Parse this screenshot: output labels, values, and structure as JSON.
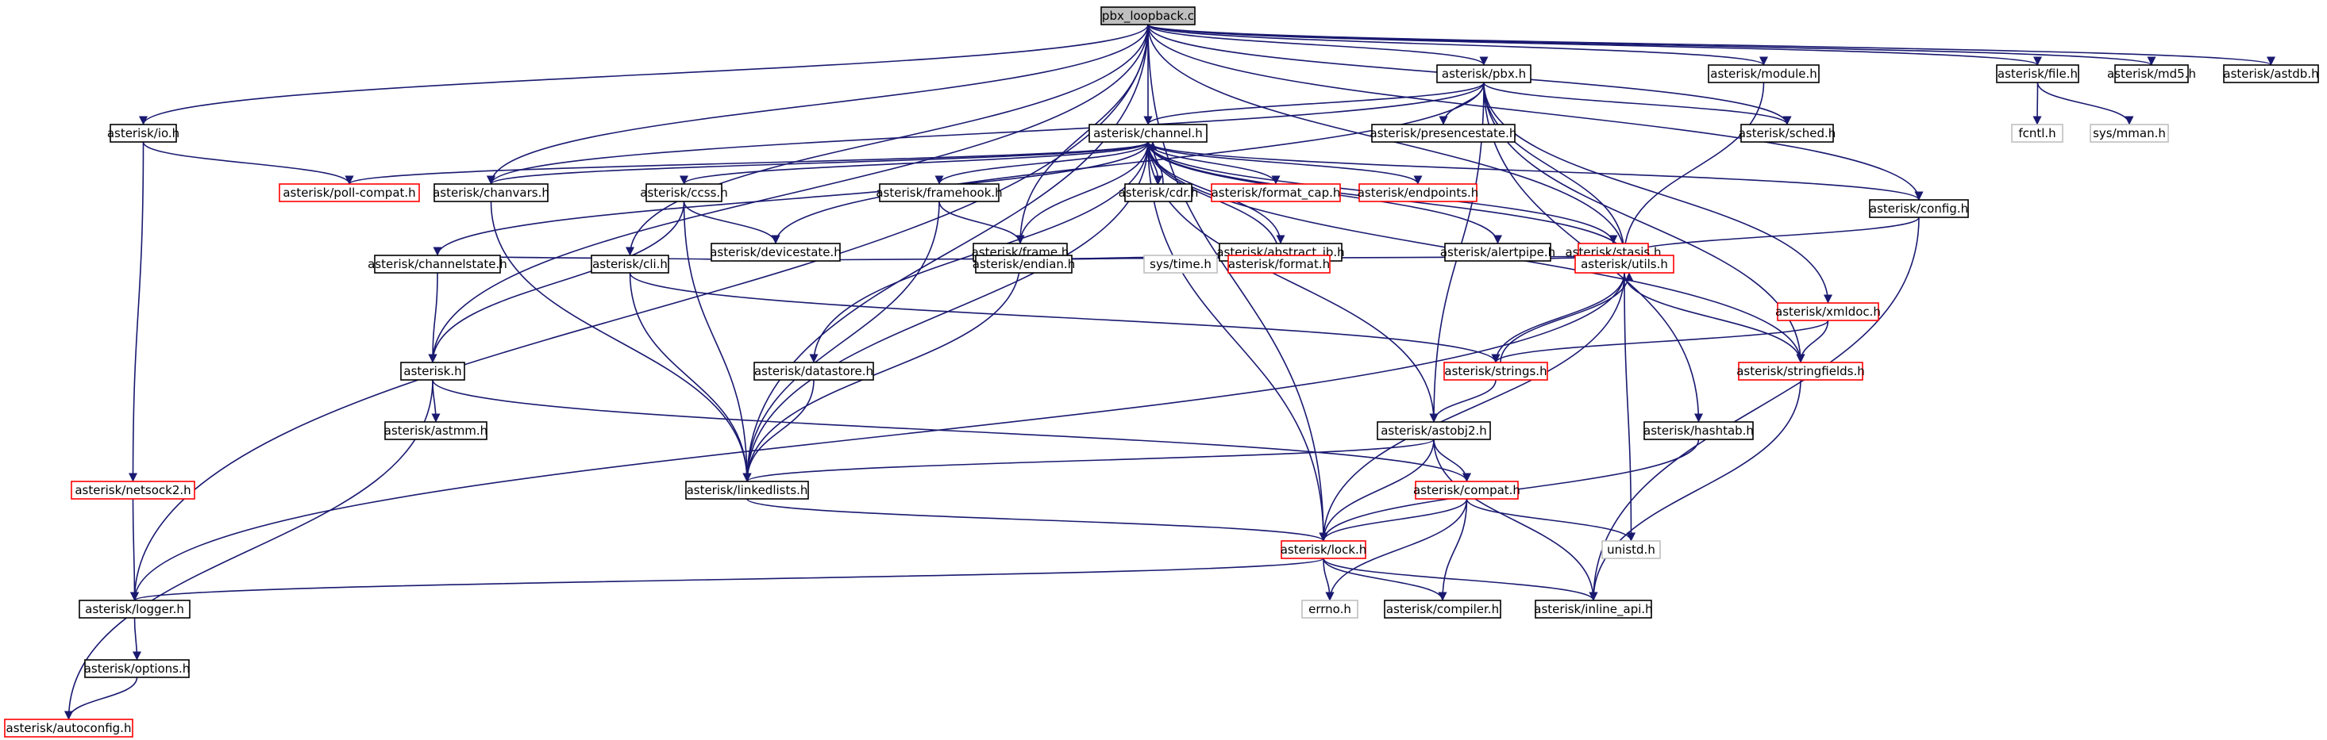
{
  "diagram": {
    "colors": {
      "edge": "#191970",
      "border_documented": "#000000",
      "border_incomplete": "#ff0000",
      "border_missing": "#bfbfbf",
      "root_fill": "#bfbfbf"
    },
    "nodes": [
      {
        "id": "pbx_loopback",
        "label": "pbx_loopback.c",
        "kind": "root"
      },
      {
        "id": "pbx",
        "label": "asterisk/pbx.h",
        "kind": "doc"
      },
      {
        "id": "module",
        "label": "asterisk/module.h",
        "kind": "doc"
      },
      {
        "id": "file",
        "label": "asterisk/file.h",
        "kind": "doc"
      },
      {
        "id": "md5",
        "label": "asterisk/md5.h",
        "kind": "doc"
      },
      {
        "id": "astdb",
        "label": "asterisk/astdb.h",
        "kind": "doc"
      },
      {
        "id": "io",
        "label": "asterisk/io.h",
        "kind": "doc"
      },
      {
        "id": "channel",
        "label": "asterisk/channel.h",
        "kind": "doc"
      },
      {
        "id": "presencestate",
        "label": "asterisk/presencestate.h",
        "kind": "doc"
      },
      {
        "id": "sched",
        "label": "asterisk/sched.h",
        "kind": "doc"
      },
      {
        "id": "fcntl",
        "label": "fcntl.h",
        "kind": "missing"
      },
      {
        "id": "sysmman",
        "label": "sys/mman.h",
        "kind": "missing"
      },
      {
        "id": "pollcompat",
        "label": "asterisk/poll-compat.h",
        "kind": "incomplete"
      },
      {
        "id": "chanvars",
        "label": "asterisk/chanvars.h",
        "kind": "doc"
      },
      {
        "id": "ccss",
        "label": "asterisk/ccss.h",
        "kind": "doc"
      },
      {
        "id": "framehook",
        "label": "asterisk/framehook.h",
        "kind": "doc"
      },
      {
        "id": "cdr",
        "label": "asterisk/cdr.h",
        "kind": "doc"
      },
      {
        "id": "formatcap",
        "label": "asterisk/format_cap.h",
        "kind": "incomplete"
      },
      {
        "id": "endpoints",
        "label": "asterisk/endpoints.h",
        "kind": "incomplete"
      },
      {
        "id": "config",
        "label": "asterisk/config.h",
        "kind": "doc"
      },
      {
        "id": "devicestate",
        "label": "asterisk/devicestate.h",
        "kind": "doc"
      },
      {
        "id": "frame",
        "label": "asterisk/frame.h",
        "kind": "doc"
      },
      {
        "id": "abstractjb",
        "label": "asterisk/abstract_jb.h",
        "kind": "doc"
      },
      {
        "id": "alertpipe",
        "label": "asterisk/alertpipe.h",
        "kind": "doc"
      },
      {
        "id": "stasis",
        "label": "asterisk/stasis.h",
        "kind": "incomplete"
      },
      {
        "id": "channelstate",
        "label": "asterisk/channelstate.h",
        "kind": "doc"
      },
      {
        "id": "cli",
        "label": "asterisk/cli.h",
        "kind": "doc"
      },
      {
        "id": "endian",
        "label": "asterisk/endian.h",
        "kind": "doc"
      },
      {
        "id": "systime",
        "label": "sys/time.h",
        "kind": "missing"
      },
      {
        "id": "format",
        "label": "asterisk/format.h",
        "kind": "incomplete"
      },
      {
        "id": "utils",
        "label": "asterisk/utils.h",
        "kind": "incomplete"
      },
      {
        "id": "xmldoc",
        "label": "asterisk/xmldoc.h",
        "kind": "incomplete"
      },
      {
        "id": "asteriskh",
        "label": "asterisk.h",
        "kind": "doc"
      },
      {
        "id": "datastore",
        "label": "asterisk/datastore.h",
        "kind": "doc"
      },
      {
        "id": "strings",
        "label": "asterisk/strings.h",
        "kind": "incomplete"
      },
      {
        "id": "stringfields",
        "label": "asterisk/stringfields.h",
        "kind": "incomplete"
      },
      {
        "id": "astmm",
        "label": "asterisk/astmm.h",
        "kind": "doc"
      },
      {
        "id": "astobj2",
        "label": "asterisk/astobj2.h",
        "kind": "doc"
      },
      {
        "id": "hashtab",
        "label": "asterisk/hashtab.h",
        "kind": "doc"
      },
      {
        "id": "netsock2",
        "label": "asterisk/netsock2.h",
        "kind": "incomplete"
      },
      {
        "id": "linkedlists",
        "label": "asterisk/linkedlists.h",
        "kind": "doc"
      },
      {
        "id": "compat",
        "label": "asterisk/compat.h",
        "kind": "incomplete"
      },
      {
        "id": "unistd",
        "label": "unistd.h",
        "kind": "missing"
      },
      {
        "id": "lock",
        "label": "asterisk/lock.h",
        "kind": "incomplete"
      },
      {
        "id": "logger",
        "label": "asterisk/logger.h",
        "kind": "doc"
      },
      {
        "id": "errno",
        "label": "errno.h",
        "kind": "missing"
      },
      {
        "id": "compiler",
        "label": "asterisk/compiler.h",
        "kind": "doc"
      },
      {
        "id": "inlineapi",
        "label": "asterisk/inline_api.h",
        "kind": "doc"
      },
      {
        "id": "options",
        "label": "asterisk/options.h",
        "kind": "doc"
      },
      {
        "id": "autoconfig",
        "label": "asterisk/autoconfig.h",
        "kind": "incomplete"
      }
    ],
    "edges": [
      [
        "pbx_loopback",
        "pbx"
      ],
      [
        "pbx_loopback",
        "module"
      ],
      [
        "pbx_loopback",
        "file"
      ],
      [
        "pbx_loopback",
        "md5"
      ],
      [
        "pbx_loopback",
        "astdb"
      ],
      [
        "pbx_loopback",
        "io"
      ],
      [
        "pbx_loopback",
        "channel"
      ],
      [
        "pbx_loopback",
        "sched"
      ],
      [
        "pbx_loopback",
        "chanvars"
      ],
      [
        "pbx_loopback",
        "config"
      ],
      [
        "pbx_loopback",
        "utils"
      ],
      [
        "pbx_loopback",
        "frame"
      ],
      [
        "pbx_loopback",
        "cli"
      ],
      [
        "pbx_loopback",
        "asteriskh"
      ],
      [
        "pbx_loopback",
        "logger"
      ],
      [
        "pbx_loopback",
        "linkedlists"
      ],
      [
        "pbx_loopback",
        "lock"
      ],
      [
        "pbx",
        "channel"
      ],
      [
        "pbx",
        "presencestate"
      ],
      [
        "pbx",
        "sched"
      ],
      [
        "pbx",
        "chanvars"
      ],
      [
        "pbx",
        "devicestate"
      ],
      [
        "pbx",
        "utils"
      ],
      [
        "pbx",
        "stringfields"
      ],
      [
        "pbx",
        "xmldoc"
      ],
      [
        "pbx",
        "hashtab"
      ],
      [
        "pbx",
        "astobj2"
      ],
      [
        "module",
        "utils"
      ],
      [
        "file",
        "fcntl"
      ],
      [
        "file",
        "sysmman"
      ],
      [
        "io",
        "pollcompat"
      ],
      [
        "io",
        "netsock2"
      ],
      [
        "channel",
        "pollcompat"
      ],
      [
        "channel",
        "chanvars"
      ],
      [
        "channel",
        "ccss"
      ],
      [
        "channel",
        "framehook"
      ],
      [
        "channel",
        "cdr"
      ],
      [
        "channel",
        "formatcap"
      ],
      [
        "channel",
        "endpoints"
      ],
      [
        "channel",
        "frame"
      ],
      [
        "channel",
        "abstractjb"
      ],
      [
        "channel",
        "alertpipe"
      ],
      [
        "channel",
        "stasis"
      ],
      [
        "channel",
        "config"
      ],
      [
        "channel",
        "channelstate"
      ],
      [
        "channel",
        "datastore"
      ],
      [
        "channel",
        "format"
      ],
      [
        "channel",
        "utils"
      ],
      [
        "channel",
        "stringfields"
      ],
      [
        "channel",
        "linkedlists"
      ],
      [
        "channel",
        "lock"
      ],
      [
        "channel",
        "astobj2"
      ],
      [
        "cdr",
        "channel"
      ],
      [
        "chanvars",
        "linkedlists"
      ],
      [
        "ccss",
        "devicestate"
      ],
      [
        "ccss",
        "asteriskh"
      ],
      [
        "ccss",
        "linkedlists"
      ],
      [
        "framehook",
        "frame"
      ],
      [
        "framehook",
        "linkedlists"
      ],
      [
        "config",
        "utils"
      ],
      [
        "config",
        "inlineapi"
      ],
      [
        "devicestate",
        "channelstate"
      ],
      [
        "devicestate",
        "utils"
      ],
      [
        "frame",
        "endian"
      ],
      [
        "frame",
        "systime"
      ],
      [
        "frame",
        "format"
      ],
      [
        "frame",
        "linkedlists"
      ],
      [
        "abstractjb",
        "systime"
      ],
      [
        "abstractjb",
        "format"
      ],
      [
        "alertpipe",
        "utils"
      ],
      [
        "stasis",
        "utils"
      ],
      [
        "channelstate",
        "asteriskh"
      ],
      [
        "cli",
        "strings"
      ],
      [
        "cli",
        "linkedlists"
      ],
      [
        "utils",
        "strings"
      ],
      [
        "utils",
        "stringfields"
      ],
      [
        "utils",
        "logger"
      ],
      [
        "utils",
        "lock"
      ],
      [
        "utils",
        "unistd"
      ],
      [
        "strings",
        "utils"
      ],
      [
        "strings",
        "astobj2"
      ],
      [
        "xmldoc",
        "strings"
      ],
      [
        "xmldoc",
        "stringfields"
      ],
      [
        "stringfields",
        "inlineapi"
      ],
      [
        "asteriskh",
        "astmm"
      ],
      [
        "asteriskh",
        "compat"
      ],
      [
        "asteriskh",
        "autoconfig"
      ],
      [
        "datastore",
        "linkedlists"
      ],
      [
        "astobj2",
        "linkedlists"
      ],
      [
        "astobj2",
        "lock"
      ],
      [
        "astobj2",
        "compat"
      ],
      [
        "astobj2",
        "inlineapi"
      ],
      [
        "hashtab",
        "lock"
      ],
      [
        "netsock2",
        "logger"
      ],
      [
        "linkedlists",
        "lock"
      ],
      [
        "compat",
        "compiler"
      ],
      [
        "compat",
        "unistd"
      ],
      [
        "compat",
        "errno"
      ],
      [
        "compat",
        "lock"
      ],
      [
        "lock",
        "logger"
      ],
      [
        "lock",
        "errno"
      ],
      [
        "lock",
        "compiler"
      ],
      [
        "lock",
        "inlineapi"
      ],
      [
        "logger",
        "options"
      ],
      [
        "options",
        "autoconfig"
      ]
    ]
  }
}
